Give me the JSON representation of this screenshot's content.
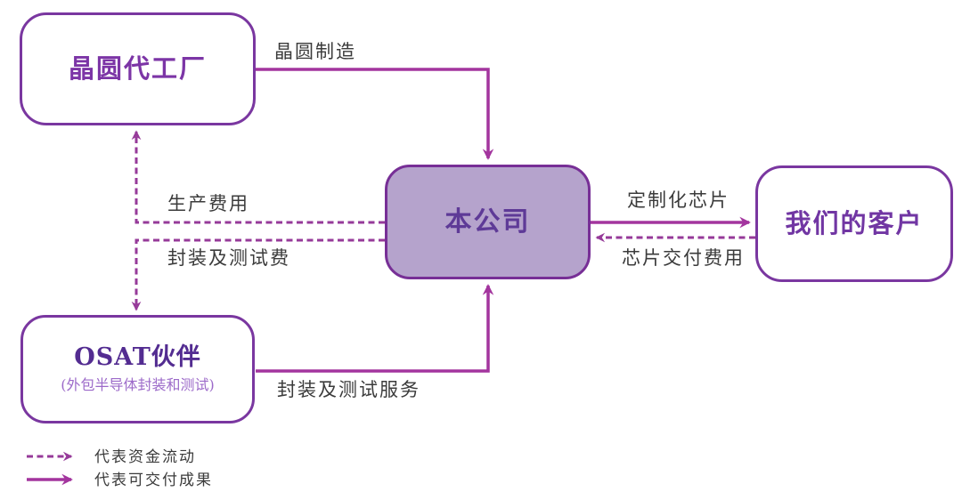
{
  "diagram": {
    "title": "company-supply-chain-flow",
    "colors": {
      "background": "#ffffff",
      "box_border": "#7a37a0",
      "box_title": "#7c35a6",
      "company_fill": "#b5a3cc",
      "company_border": "#772f96",
      "company_title": "#5e3a97",
      "osat_title": "#532c91",
      "osat_subtitle": "#9c6ac9",
      "edge_label_text": "#3b3b3b",
      "solid_arrow": "#a3359e",
      "dashed_arrow": "#963a99"
    },
    "nodes": {
      "foundry": {
        "label": "晶圆代工厂"
      },
      "company": {
        "label": "本公司"
      },
      "customers": {
        "label": "我们的客户"
      },
      "osat": {
        "title": "OSAT伙伴",
        "subtitle": "(外包半导体封装和测试)"
      }
    },
    "edges": {
      "wafer_manufacturing": {
        "label": "晶圆制造",
        "type": "solid",
        "from": "foundry",
        "to": "company"
      },
      "production_fees": {
        "label": "生产费用",
        "type": "dashed",
        "from": "company",
        "to": "foundry"
      },
      "packaging_testing_fees": {
        "label": "封装及测试费",
        "type": "dashed",
        "from": "company",
        "to": "osat"
      },
      "packaging_testing_services": {
        "label": "封装及测试服务",
        "type": "solid",
        "from": "osat",
        "to": "company"
      },
      "customized_chips": {
        "label": "定制化芯片",
        "type": "solid",
        "from": "company",
        "to": "customers"
      },
      "chip_delivery_fees": {
        "label": "芯片交付费用",
        "type": "dashed",
        "from": "customers",
        "to": "company"
      }
    },
    "legend": {
      "dashed_label": "代表资金流动",
      "solid_label": "代表可交付成果"
    }
  }
}
